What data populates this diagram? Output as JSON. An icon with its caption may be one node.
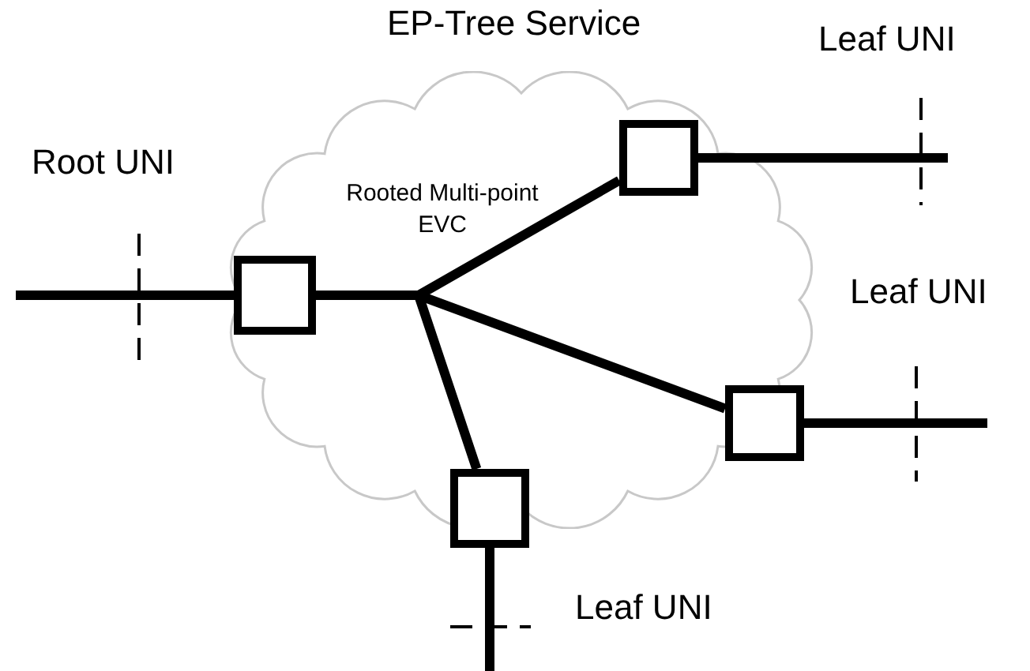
{
  "diagram": {
    "title": "EP-Tree Service",
    "nodes": [
      {
        "text": [
          "Rooted Multi-point EVC"
        ]
      },
      {
        "text": [],
        "shape": "box",
        "in": 0
      },
      {
        "text": [],
        "shape": "box",
        "in": 0
      },
      {
        "text": [],
        "shape": "box",
        "in": 0
      },
      {
        "text": [],
        "shape": "box"
      }
    ],
    "edges": [
      {
        "from": null,
        "to": 1,
        "arrow": "none"
      },
      {
        "from": 1,
        "to": 2,
        "arrow": "none"
      },
      {
        "from": 1,
        "to": 3,
        "arrow": "none"
      },
      {
        "from": 1,
        "to": 4,
        "arrow": "none"
      },
      {
        "from": 2,
        "to": null,
        "arrow": "none"
      },
      {
        "from": 3,
        "to": null,
        "arrow": "none"
      },
      {
        "from": 4,
        "to": null,
        "arrow": "none"
      }
    ],
    "labels": [
      "Leaf UNI",
      "Root UNI",
      "Leaf UNI",
      "Leaf UNI"
    ]
  }
}
